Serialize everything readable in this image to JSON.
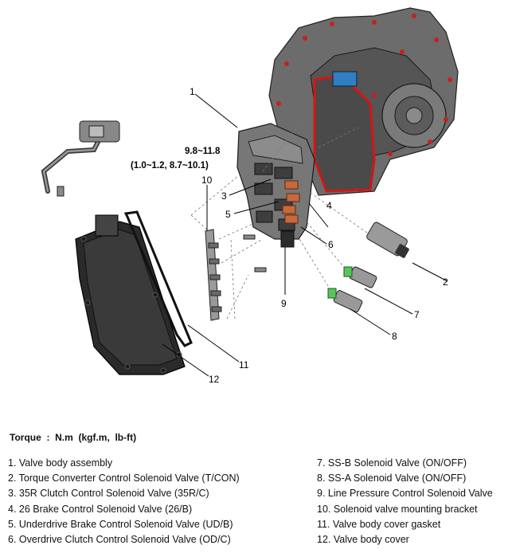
{
  "diagram": {
    "torque_spec_line1": "9.8~11.8",
    "torque_spec_line2": "(1.0~1.2,  8.7~10.1)",
    "callouts": [
      "1",
      "2",
      "3",
      "4",
      "5",
      "6",
      "7",
      "8",
      "9",
      "10",
      "11",
      "12"
    ]
  },
  "torque_heading": "Torque  :  N.m  (kgf.m,  lb-ft)",
  "legend_left": [
    "1. Valve body assembly",
    "2. Torque Converter Control Solenoid Valve (T/CON)",
    "3. 35R Clutch Control Solenoid Valve (35R/C)",
    "4. 26 Brake Control Solenoid Valve (26/B)",
    "5. Underdrive Brake Control Solenoid Valve (UD/B)",
    "6. Overdrive Clutch Control Solenoid Valve (OD/C)"
  ],
  "legend_right": [
    "7. SS-B Solenoid Valve (ON/OFF)",
    "8. SS-A Solenoid Valve (ON/OFF)",
    "9. Line Pressure Control Solenoid Valve",
    "10. Solenoid valve mounting bracket",
    "11. Valve body cover gasket",
    "12. Valve body cover"
  ]
}
